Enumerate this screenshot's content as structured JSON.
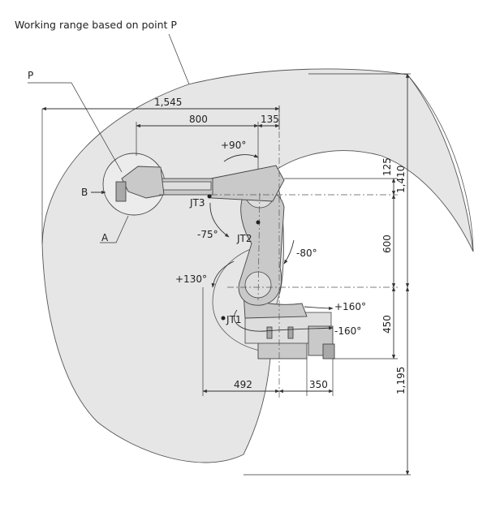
{
  "title": "Working range based on point P",
  "callouts": {
    "point_p": "P",
    "view_b": "B",
    "view_a": "A"
  },
  "joints": {
    "jt1": "JT1",
    "jt2": "JT2",
    "jt3": "JT3"
  },
  "angles": {
    "jt3_up": "+90°",
    "jt3_down": "-75°",
    "jt2_back": "-80°",
    "jt2_forward": "+130°",
    "jt1_plus": "+160°",
    "jt1_minus": "-160°"
  },
  "dimensions": {
    "reach_total": "1,545",
    "arm_length": "800",
    "offset_135": "135",
    "height_125": "125",
    "height_1410": "1,410",
    "link_600": "600",
    "base_450": "450",
    "depth_1195": "1,195",
    "rear_492": "492",
    "base_350": "350"
  },
  "colors": {
    "range_fill": "#e6e6e6",
    "robot_body": "#c9c9c9",
    "line": "#333333"
  }
}
